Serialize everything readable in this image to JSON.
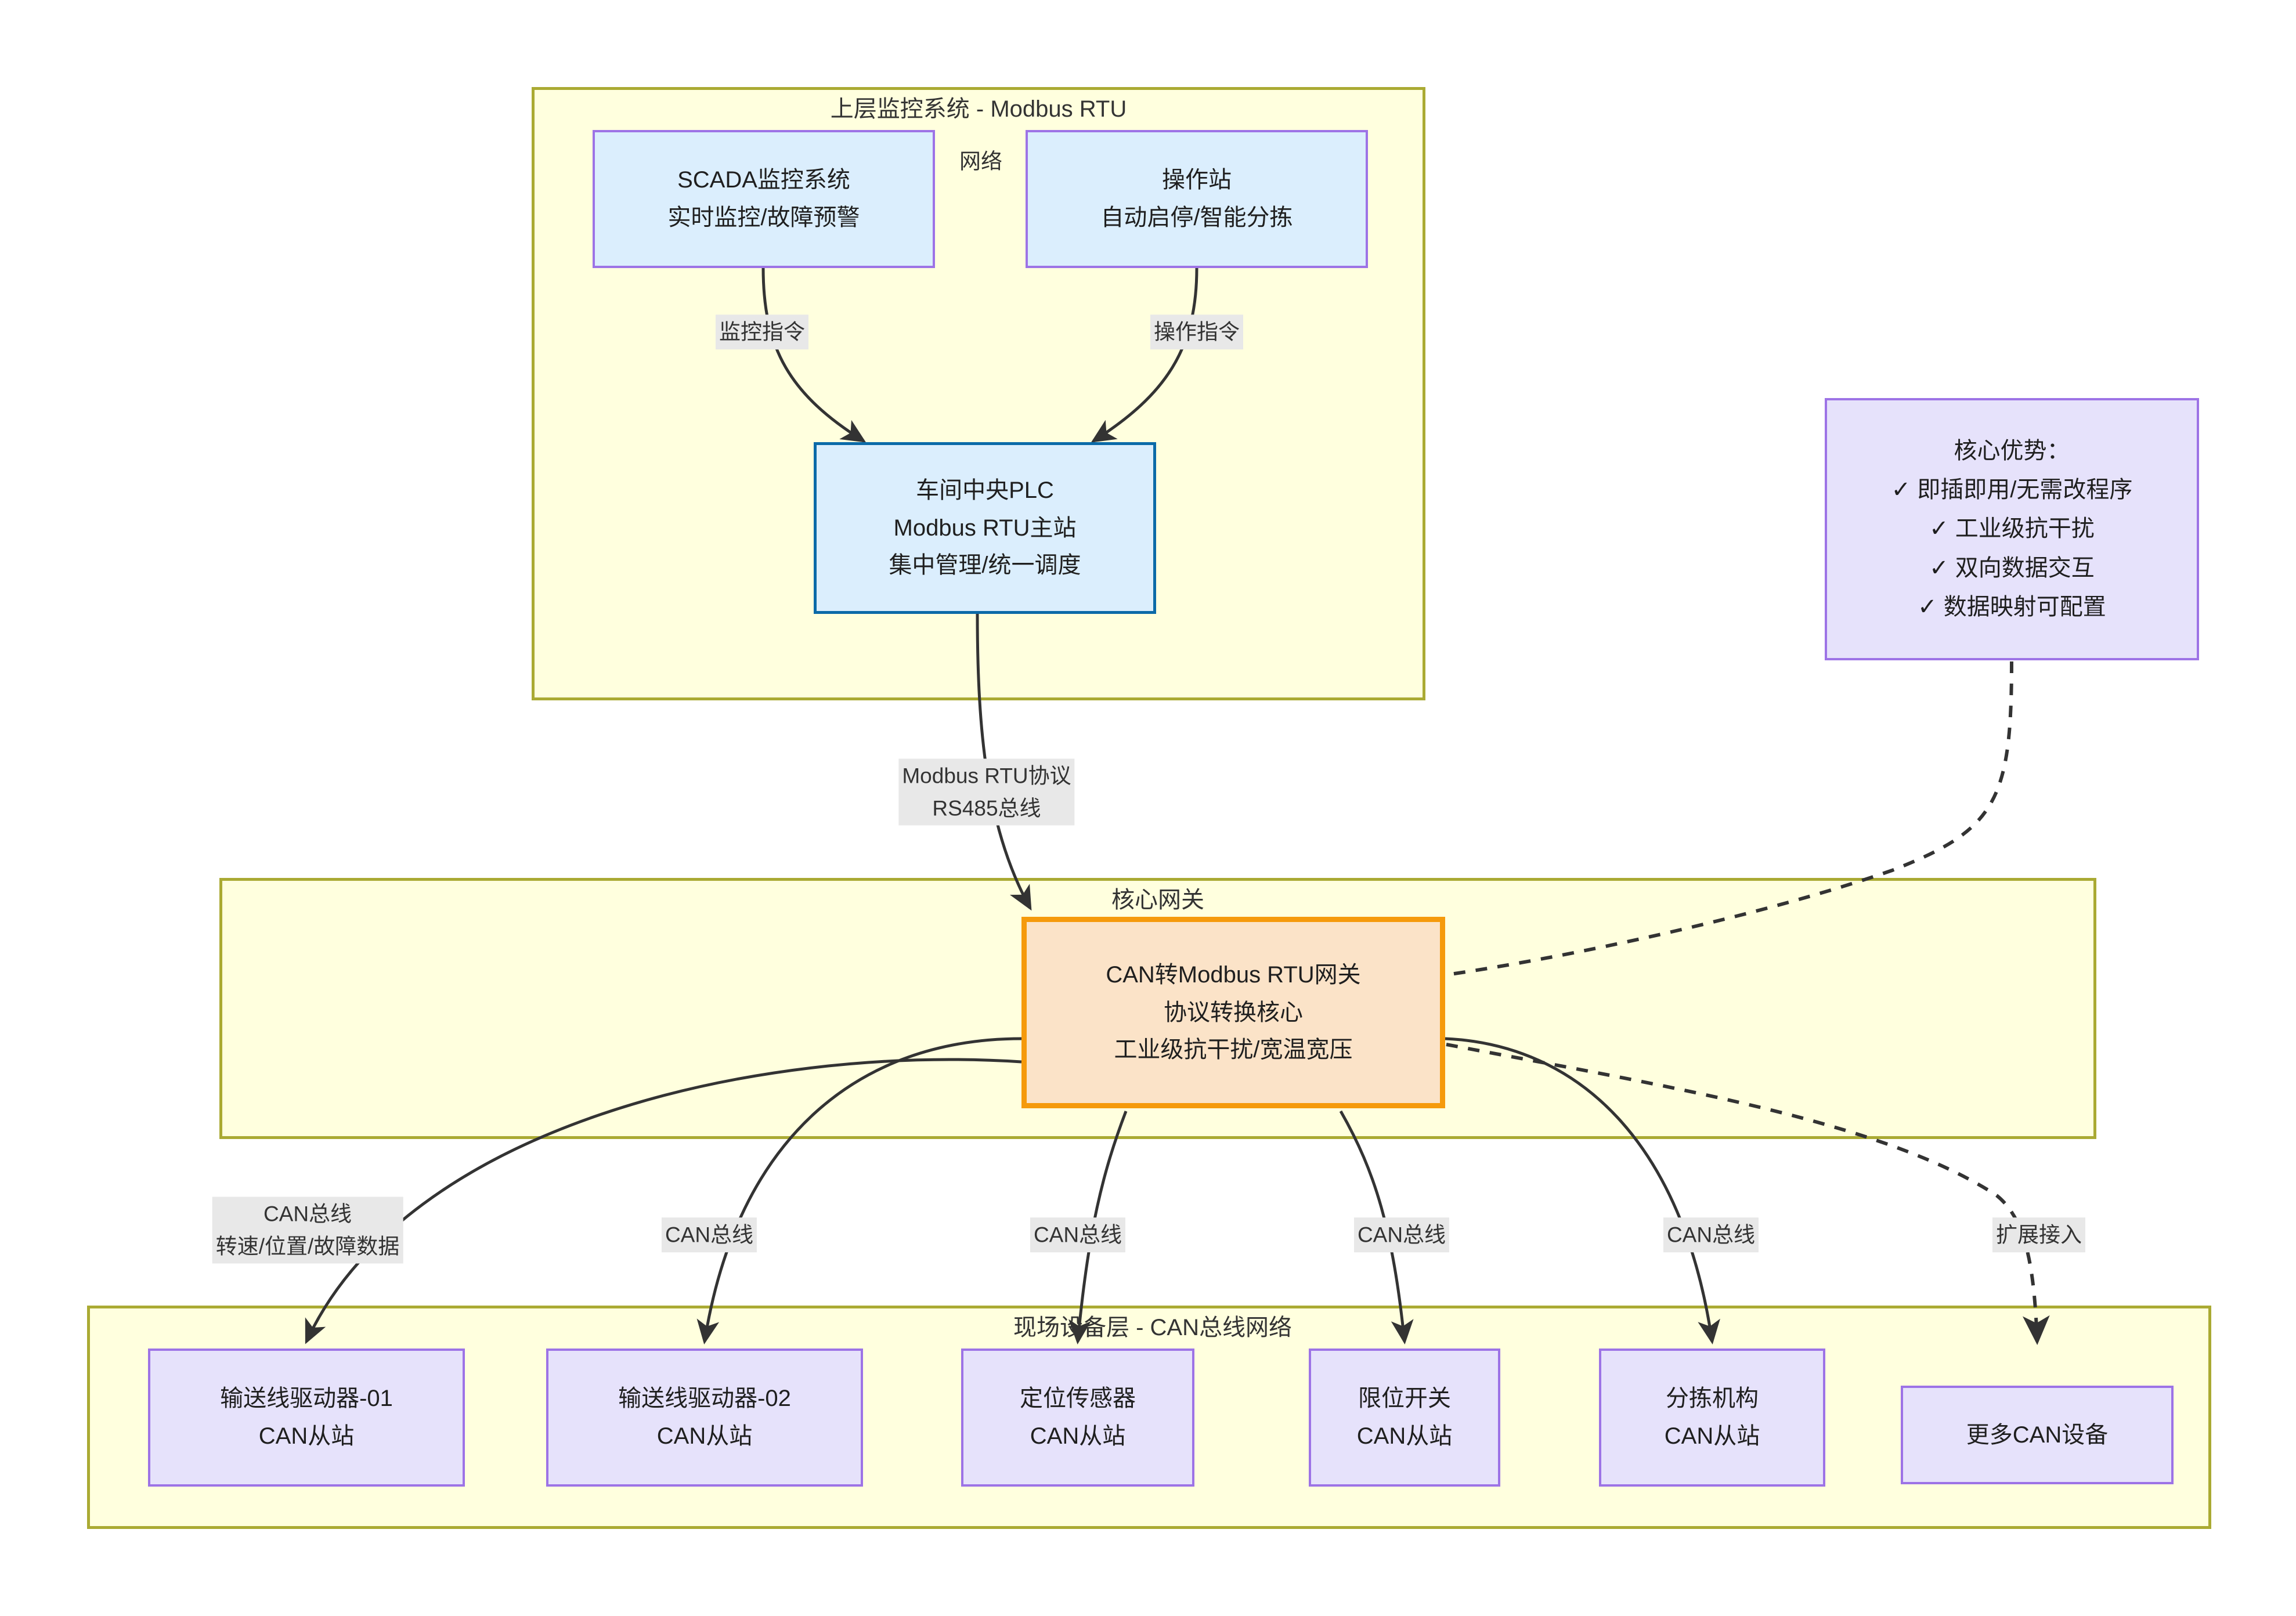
{
  "diagram": {
    "title_top": "上层监控系统 - Modbus RTU",
    "title_gateway": "核心网关",
    "title_field": "现场设备层 - CAN总线网络"
  },
  "nodes": {
    "scada": {
      "line1": "SCADA监控系统",
      "line2": "实时监控/故障预警"
    },
    "operator_station": {
      "line1": "操作站",
      "line2": "自动启停/智能分拣"
    },
    "plc": {
      "line1": "车间中央PLC",
      "line2": "Modbus RTU主站",
      "line3": "集中管理/统一调度"
    },
    "gateway": {
      "line1": "CAN转Modbus RTU网关",
      "line2": "协议转换核心",
      "line3": "工业级抗干扰/宽温宽压"
    },
    "advantages": {
      "line1": "核心优势：",
      "line2": "✓ 即插即用/无需改程序",
      "line3": "✓ 工业级抗干扰",
      "line4": "✓ 双向数据交互",
      "line5": "✓ 数据映射可配置"
    },
    "devices": [
      {
        "line1": "输送线驱动器-01",
        "line2": "CAN从站"
      },
      {
        "line1": "输送线驱动器-02",
        "line2": "CAN从站"
      },
      {
        "line1": "定位传感器",
        "line2": "CAN从站"
      },
      {
        "line1": "限位开关",
        "line2": "CAN从站"
      },
      {
        "line1": "分拣机构",
        "line2": "CAN从站"
      },
      {
        "line1": "更多CAN设备",
        "line2": ""
      }
    ]
  },
  "edge_labels": {
    "network": "网络",
    "monitor_cmd": "监控指令",
    "operate_cmd": "操作指令",
    "modbus": {
      "line1": "Modbus RTU协议",
      "line2": "RS485总线"
    },
    "can_first": {
      "line1": "CAN总线",
      "line2": "转速/位置/故障数据"
    },
    "can_bus": "CAN总线",
    "expand": "扩展接入"
  },
  "colors": {
    "cluster_fill": "#ffffde",
    "cluster_stroke": "#aaaa33",
    "blue_fill": "#dbeefd",
    "purple_stroke": "#9d73e6",
    "plc_stroke": "#0b6aa8",
    "gateway_fill": "#fbe3c8",
    "gateway_stroke": "#f59a0c",
    "device_fill": "#e6e2fb",
    "label_bg": "#e8e8e8",
    "edge_stroke": "#333333"
  }
}
